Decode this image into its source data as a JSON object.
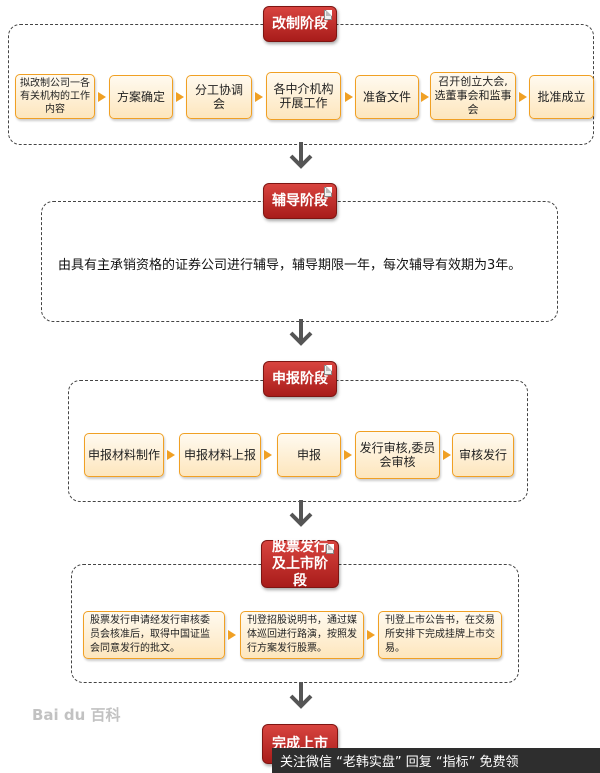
{
  "stages": {
    "reform": {
      "title": "改制阶段",
      "steps": [
        "拟改制公司一各有关机构的工作内容",
        "方案确定",
        "分工协调会",
        "各中介机构开展工作",
        "准备文件",
        "召开创立大会,选董事会和监事会",
        "批准成立"
      ]
    },
    "guidance": {
      "title": "辅导阶段",
      "description": "由具有主承销资格的证券公司进行辅导，辅导期限一年，每次辅导有效期为3年。"
    },
    "application": {
      "title": "申报阶段",
      "steps": [
        "申报材料制作",
        "申报材料上报",
        "申报",
        "发行审核,委员会审核",
        "审核发行"
      ]
    },
    "issuance": {
      "title": "股票发行及上市阶段",
      "steps": [
        "股票发行申请经发行审核委员会核准后，取得中国证监会同意发行的批文。",
        "刊登招股说明书，通过媒体巡回进行路演，按照发行方案发行股票。",
        "刊登上市公告书，在交易所安排下完成挂牌上市交易。"
      ]
    },
    "final": {
      "title": "完成上市"
    }
  },
  "watermark": "Bai du 百科",
  "footer_banner": "关注微信 “老韩实盘” 回复 “指标” 免费领"
}
